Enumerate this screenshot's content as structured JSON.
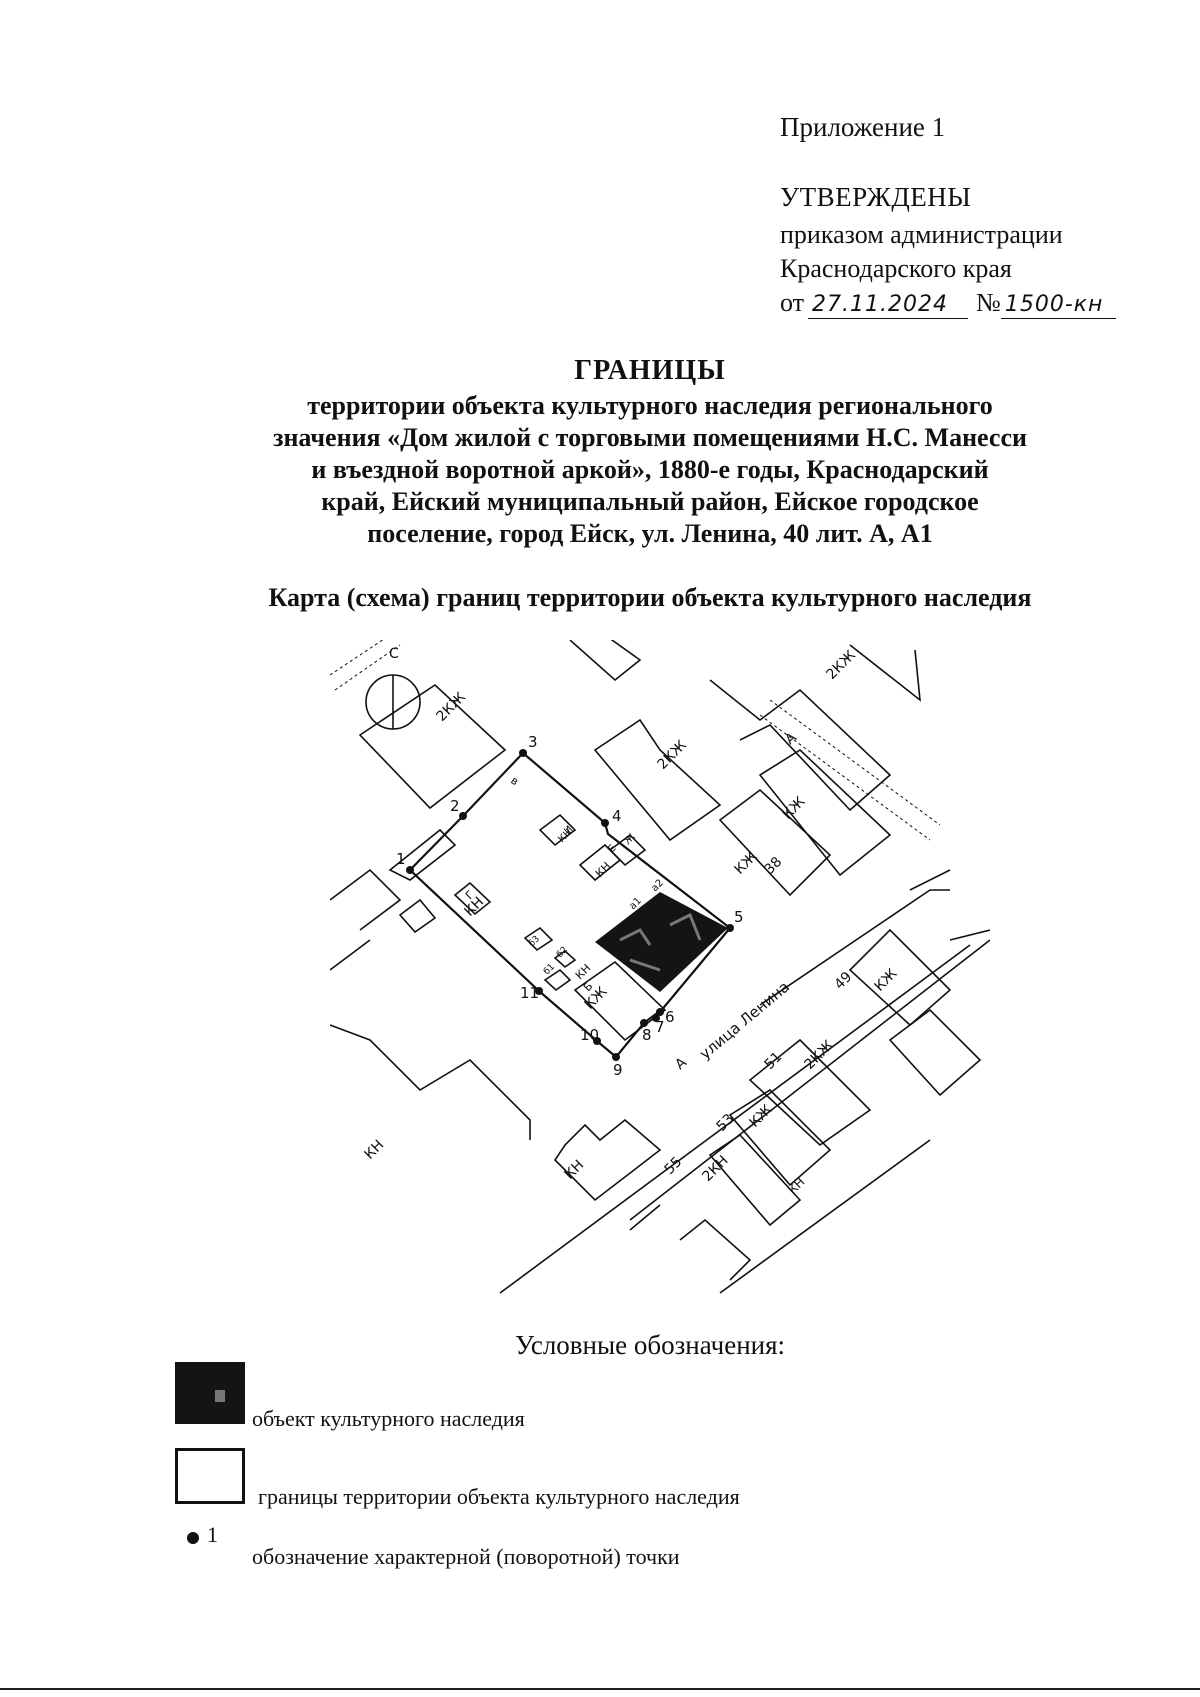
{
  "header": {
    "appendix": "Приложение 1",
    "approved": "УТВЕРЖДЕНЫ",
    "approved_lines": [
      "приказом администрации",
      "Краснодарского края"
    ],
    "order_prefix": "от",
    "order_date": "27.11.2024",
    "order_no_label": "№",
    "order_number": "1500-кн"
  },
  "title": {
    "main": "ГРАНИЦЫ",
    "lines": [
      "территории объекта культурного наследия регионального",
      "значения «Дом жилой с торговыми помещениями Н.С. Манесси",
      "и въездной воротной аркой», 1880-е годы, Краснодарский",
      "край, Ейский муниципальный район, Ейское городское",
      "поселение, город Ейск, ул. Ленина, 40 лит. А, А1"
    ]
  },
  "map": {
    "caption": "Карта (схема) границ территории объекта культурного наследия",
    "north_label": "С",
    "street_label": "улица Ленина",
    "building_labels": {
      "b1": "2КЖ",
      "b2": "2КЖ",
      "b3": "2КЖ",
      "b4": "КЖ",
      "b5": "КЖ",
      "house_number_38": "38",
      "b6": "КН",
      "b7": "КН",
      "b8": "КН",
      "b9": "КЖ",
      "b10": "КН",
      "b11": "КН",
      "b12": "49",
      "b13": "КЖ",
      "b14": "51",
      "b15": "2КЖ",
      "b16": "53",
      "b17": "КЖ",
      "b18": "55",
      "b19": "2КН",
      "b20": "КН",
      "road_a1": "А",
      "road_a2": "А",
      "liter_g": "Г",
      "liter_b": "Б",
      "liter_v": "в",
      "liter_e": "Е",
      "liter_zh": "Ж",
      "liter_i": "И",
      "liter_a1": "а1",
      "liter_a2": "а2",
      "liter_b1": "б1",
      "liter_b2": "б2",
      "liter_b3": "б3"
    },
    "points": [
      "1",
      "2",
      "3",
      "4",
      "5",
      "6",
      "7",
      "8",
      "9",
      "10",
      "11"
    ]
  },
  "legend": {
    "title": "Условные обозначения:",
    "items": [
      "объект культурного наследия",
      "границы территории объекта культурного наследия",
      "обозначение характерной (поворотной) точки"
    ],
    "point_sample": "1"
  },
  "colors": {
    "ink": "#111111",
    "object_fill": "#141414"
  }
}
